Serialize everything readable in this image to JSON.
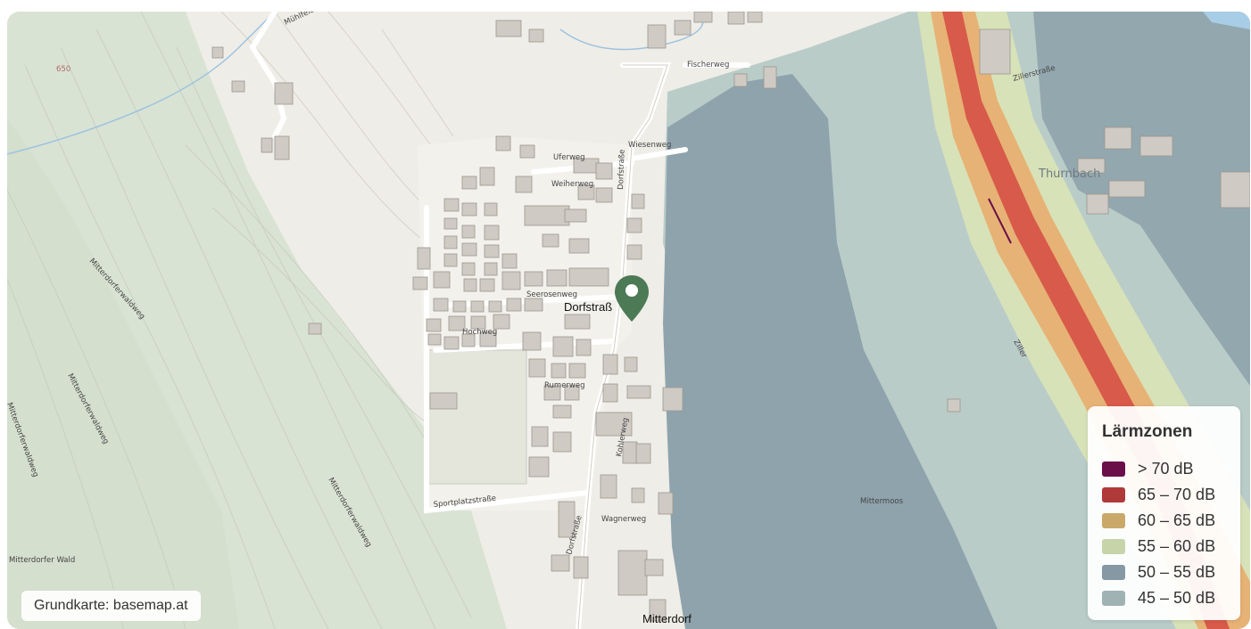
{
  "map": {
    "marker_label": "Dorfstraß",
    "village_label": "Mitterdorf",
    "street_labels": {
      "muehlfeld": "Mühlfeld",
      "fischerweg": "Fischerweg",
      "uferweg": "Uferweg",
      "wiesenweg": "Wiesenweg",
      "dorfstrasse_north": "Dorfstraße",
      "dorfstrasse_south": "Dorfstraße",
      "weiherweg": "Weiherweg",
      "seerosenweg": "Seerosenweg",
      "hochweg": "Hochweg",
      "rumerweg": "Rumerweg",
      "kohlerweg": "Kohlerweg",
      "sportplatzstrasse": "Sportplatzstraße",
      "wagnerweg": "Wagnerweg",
      "mitterdorferwaldweg_1": "Mitterdorferwaldweg",
      "mitterdorferwaldweg_2": "Mitterdorferwaldweg",
      "mitterdorferwaldweg_3": "Mitterdorferwaldweg",
      "mitterdorferwaldweg_4": "Mitterdorferwaldweg",
      "mitterdorferwald": "Mitterdorfer Wald",
      "mittermoos": "Mittermoos",
      "ziller": "Ziller",
      "zillerstrasse": "Zillerstraße",
      "thurnbach": "Thurnbach",
      "elevation": "650"
    }
  },
  "attribution": "Grundkarte: basemap.at",
  "legend": {
    "title": "Lärmzonen",
    "items": [
      {
        "label": "> 70 dB",
        "color": "#6b0f4a"
      },
      {
        "label": "65 – 70 dB",
        "color": "#b0393a"
      },
      {
        "label": "60 – 65 dB",
        "color": "#c9a86a"
      },
      {
        "label": "55 – 60 dB",
        "color": "#c7d3a8"
      },
      {
        "label": "50 – 55 dB",
        "color": "#8698a3"
      },
      {
        "label": "45 – 50 dB",
        "color": "#9fb2b4"
      }
    ]
  },
  "colors": {
    "marker": "#4c7a55",
    "noise_50_55": "#8fa3ad",
    "noise_45_50": "#b8cbc8",
    "forest_relief": "#dde5d6"
  }
}
